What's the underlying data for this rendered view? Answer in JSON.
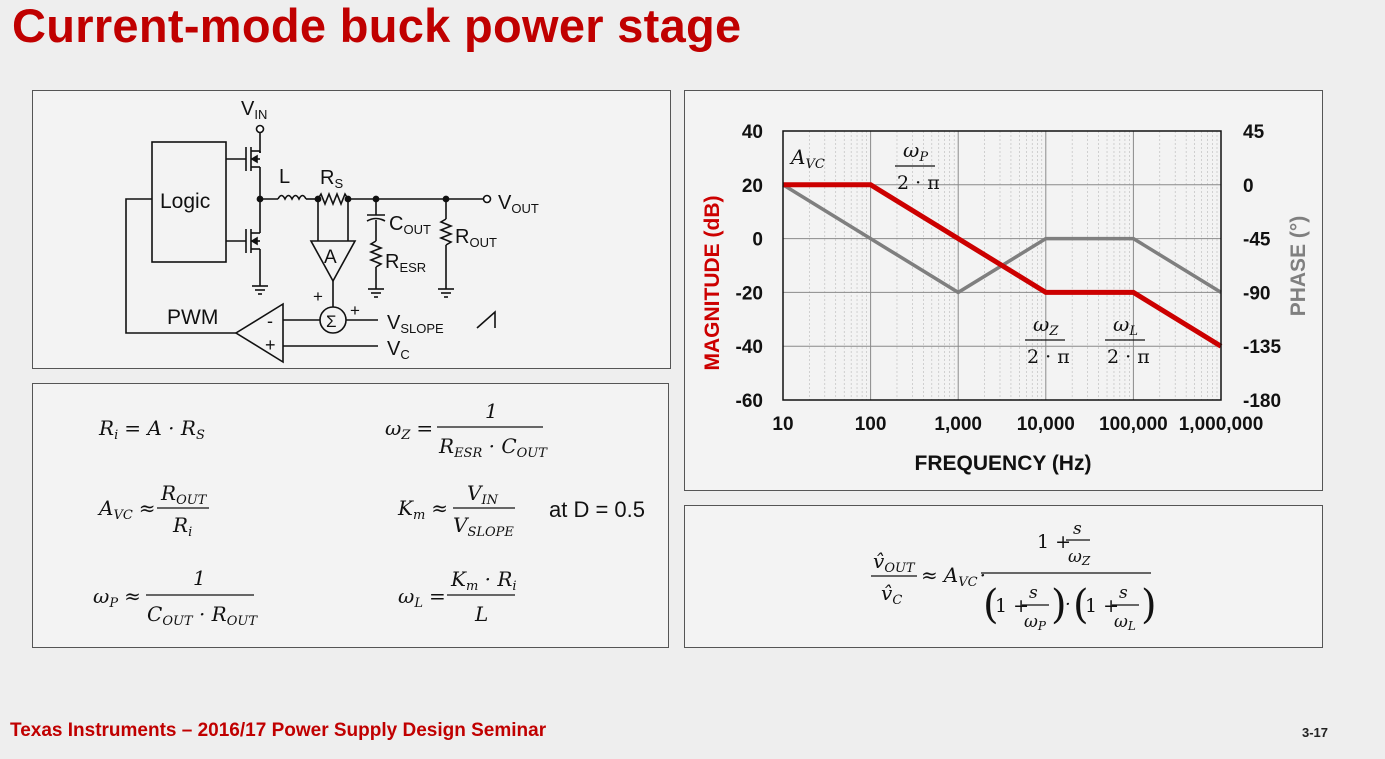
{
  "title": "Current-mode buck power stage",
  "footer": "Texas Instruments – 2016/17 Power Supply Design Seminar",
  "page_number": "3-17",
  "circuit": {
    "vin": "V",
    "vin_sub": "IN",
    "logic": "Logic",
    "inductor": "L",
    "rs": "R",
    "rs_sub": "S",
    "cout": "C",
    "cout_sub": "OUT",
    "rout": "R",
    "rout_sub": "OUT",
    "resr": "R",
    "resr_sub": "ESR",
    "amp": "A",
    "vout": "V",
    "vout_sub": "OUT",
    "pwm": "PWM",
    "sum": "Σ",
    "vslope": "V",
    "vslope_sub": "SLOPE",
    "vc": "V",
    "vc_sub": "C",
    "plus": "+",
    "minus": "-"
  },
  "equations": {
    "ri": {
      "lhs": "R",
      "lhs_sub": "i",
      "rhs": "= A · R",
      "rhs_sub": "S"
    },
    "avc": {
      "lhs": "A",
      "lhs_sub": "VC",
      "op": "≈",
      "num": "R",
      "num_sub": "OUT",
      "den": "R",
      "den_sub": "i"
    },
    "wp": {
      "lhs": "ω",
      "lhs_sub": "P",
      "op": "≈",
      "num": "1",
      "den": "C",
      "den_sub": "OUT",
      "den2": " · R",
      "den2_sub": "OUT"
    },
    "wz": {
      "lhs": "ω",
      "lhs_sub": "Z",
      "op": "=",
      "num": "1",
      "den": "R",
      "den_sub": "ESR",
      "den2": " · C",
      "den2_sub": "OUT"
    },
    "km": {
      "lhs": "K",
      "lhs_sub": "m",
      "op": "≈",
      "num": "V",
      "num_sub": "IN",
      "den": "V",
      "den_sub": "SLOPE",
      "note": "at D = 0.5"
    },
    "wl": {
      "lhs": "ω",
      "lhs_sub": "L",
      "op": "=",
      "num": "K",
      "num_sub": "m",
      "num2": " · R",
      "num2_sub": "i",
      "den": "L"
    }
  },
  "transfer": {
    "lhs_num": "v̂",
    "lhs_num_sub": "OUT",
    "lhs_den": "v̂",
    "lhs_den_sub": "C",
    "op": "≈",
    "gain": "A",
    "gain_sub": "VC",
    "dot": "·",
    "num": "1 +",
    "s": "s",
    "wz": "ω",
    "wz_sub": "Z",
    "wp": "ω",
    "wp_sub": "P",
    "wl": "ω",
    "wl_sub": "L",
    "one": "1 +"
  },
  "chart_data": {
    "type": "line",
    "xscale": "log",
    "xlim": [
      10,
      1000000
    ],
    "x_ticks": [
      10,
      100,
      1000,
      10000,
      100000,
      1000000
    ],
    "x_tick_labels": [
      "10",
      "100",
      "1,000",
      "10,000",
      "100,000",
      "1,000,000"
    ],
    "xlabel": "FREQUENCY (Hz)",
    "ylabel_left": "MAGNITUDE (dB)",
    "ylim_left": [
      -60,
      40
    ],
    "y_ticks_left": [
      -60,
      -40,
      -20,
      0,
      20,
      40
    ],
    "y_tick_labels_left": [
      "-60",
      "-40",
      "-20",
      "0",
      "20",
      "40"
    ],
    "ylabel_right": "PHASE (°)",
    "ylim_right": [
      -180,
      45
    ],
    "y_ticks_right": [
      -180,
      -135,
      -90,
      -45,
      0,
      45
    ],
    "y_tick_labels_right": [
      "-180",
      "-135",
      "-90",
      "-45",
      "0",
      "45"
    ],
    "grid": true,
    "colors": {
      "magnitude": "#cc0000",
      "phase": "#7f7f7f",
      "grid": "#b8b8b8"
    },
    "series": [
      {
        "axis": "left",
        "x": [
          10,
          100,
          10000,
          100000,
          1000000
        ],
        "y": [
          20,
          20,
          -20,
          -20,
          -40
        ]
      },
      {
        "axis": "right",
        "x": [
          10,
          1000,
          10000,
          100000,
          1000000
        ],
        "y": [
          0,
          -90,
          -45,
          -45,
          -90
        ]
      }
    ],
    "annotations": {
      "avc": {
        "text": "A",
        "sub": "VC"
      },
      "wp": {
        "num": "ω",
        "num_sub": "P",
        "den": "2 · π"
      },
      "wz": {
        "num": "ω",
        "num_sub": "Z",
        "den": "2 · π"
      },
      "wl": {
        "num": "ω",
        "num_sub": "L",
        "den": "2 · π"
      }
    }
  }
}
